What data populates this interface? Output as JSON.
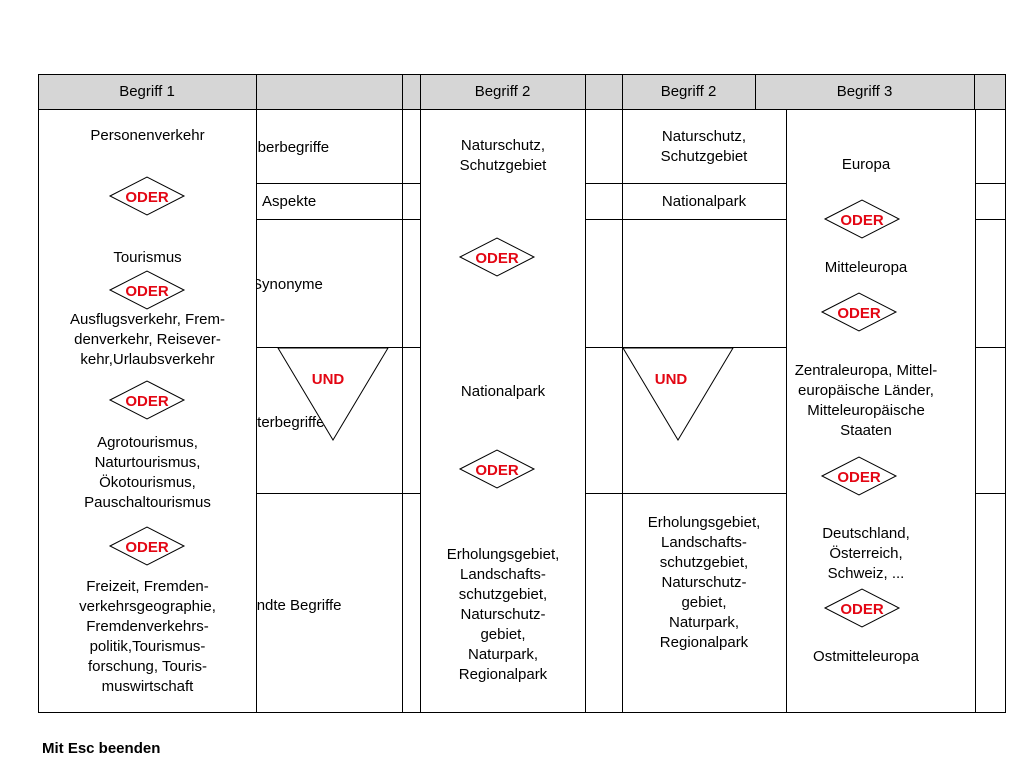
{
  "slide": {
    "footer": "Mit Esc beenden",
    "operator_color": "#e30613",
    "header_color": "#d6d6d6",
    "headers": [
      "Begriff 1",
      "Begriff 2",
      "Begriff 2",
      "Begriff 3"
    ],
    "row_labels": {
      "oberbegriffe": "Oberbegriffe",
      "aspekte": "Aspekte",
      "synonyme": "Synonyme",
      "unterbegriffe": "Unterbegriffe",
      "verwandte": "Verwandte Begriffe"
    },
    "col1": {
      "t1": "Personenverkehr",
      "t2": "Tourismus",
      "t3": "Ausflugsverkehr, Frem-\ndenverkehr, Reisever-\nkehr,Urlaubsverkehr",
      "t4": "Agrotourismus,\nNaturtourismus,\nÖkotourismus,\nPauschaltourismus",
      "t5": "Freizeit, Fremden-\nverkehrsgeographie,\nFremdenverkehrs-\npolitik,Tourismus-\nforschung, Touris-\nmuswirtschaft"
    },
    "col2": {
      "t1": "Naturschutz,\nSchutzgebiet",
      "t2": "Nationalpark",
      "t3": "Erholungsgebiet,\nLandschafts-\nschutzgebiet,\nNaturschutz-\ngebiet,\nNaturpark,\nRegionalpark"
    },
    "col3": {
      "t1": "Naturschutz,\nSchutzgebiet",
      "t2": "Nationalpark",
      "t3": "Erholungsgebiet,\nLandschafts-\nschutzgebiet,\nNaturschutz-\ngebiet,\nNaturpark,\nRegionalpark"
    },
    "col4": {
      "t1": "Europa",
      "t2": "Mitteleuropa",
      "t3": "Zentraleuropa, Mittel-\neuropäische Länder,\nMitteleuropäische\nStaaten",
      "t4": "Deutschland,\nÖsterreich,\nSchweiz, ...",
      "t5": "Ostmitteleuropa"
    },
    "oder": "ODER",
    "und": "UND"
  }
}
